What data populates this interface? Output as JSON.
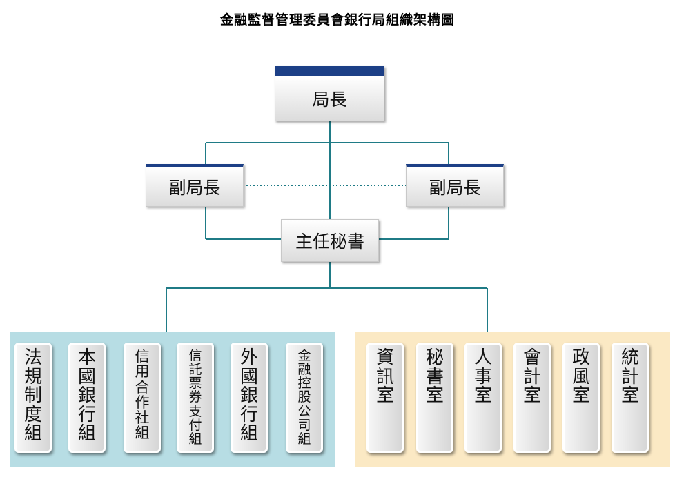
{
  "title": "金融監督管理委員會銀行局組織架構圖",
  "colors": {
    "line": "#1f7b86",
    "header_bar": "#1c3f86",
    "left_panel": "#b7dde4",
    "right_panel": "#fbe9c4"
  },
  "chief": "局長",
  "deputy_left": "副局長",
  "deputy_right": "副局長",
  "secretary": "主任秘書",
  "divisions": [
    "法規制度組",
    "本國銀行組",
    "信用合作社組",
    "信託票券支付組",
    "外國銀行組",
    "金融控股公司組"
  ],
  "offices": [
    "資訊室",
    "秘書室",
    "人事室",
    "會計室",
    "政風室",
    "統計室"
  ]
}
